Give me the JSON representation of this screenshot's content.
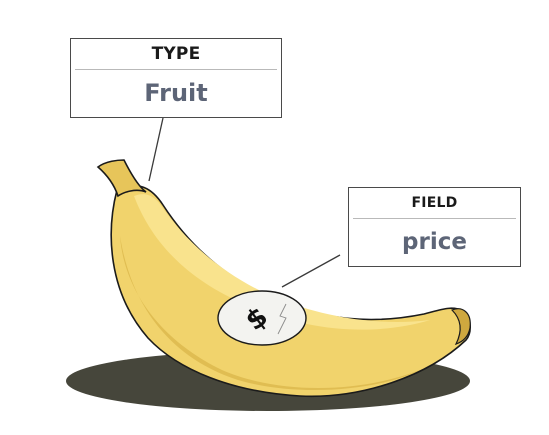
{
  "diagram": {
    "type_card": {
      "heading": "TYPE",
      "value": "Fruit"
    },
    "field_card": {
      "heading": "FIELD",
      "value": "price"
    },
    "price_sticker": {
      "symbol": "$"
    }
  },
  "colors": {
    "banana_light": "#f9e38d",
    "banana_mid": "#f1d36c",
    "banana_dark": "#d9b54a",
    "outline": "#1b1b1b",
    "shadow": "#46463b",
    "value_text": "#5d6577",
    "sticker": "#f3f3f0"
  }
}
